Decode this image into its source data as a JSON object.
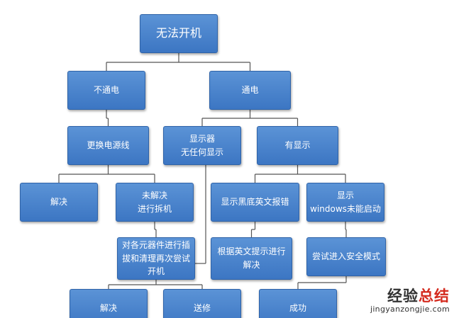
{
  "colors": {
    "node_fill": "#4a86d0",
    "node_border": "#2f63a8",
    "connector": "#555555",
    "watermark_red": "#d42a1e"
  },
  "nodes": [
    {
      "id": "no-power-on",
      "lines": [
        "无法开机"
      ]
    },
    {
      "id": "no-power",
      "lines": [
        "不通电"
      ]
    },
    {
      "id": "power",
      "lines": [
        "通电"
      ]
    },
    {
      "id": "replace-cord",
      "lines": [
        "更换电源线"
      ]
    },
    {
      "id": "monitor-blank",
      "lines": [
        "显示器",
        "无任何显示"
      ]
    },
    {
      "id": "has-display",
      "lines": [
        "有显示"
      ]
    },
    {
      "id": "solved-1",
      "lines": [
        "解决"
      ]
    },
    {
      "id": "unsolved-disassemble",
      "lines": [
        "未解决",
        "进行拆机"
      ]
    },
    {
      "id": "black-screen-error",
      "lines": [
        "显示黑底英文报错"
      ]
    },
    {
      "id": "windows-fail",
      "lines": [
        "显示",
        "windows未能启动"
      ]
    },
    {
      "id": "reseat-clean",
      "lines": [
        "对各元器件进行插",
        "拔和清理再次尝试",
        "开机"
      ]
    },
    {
      "id": "follow-hint",
      "lines": [
        "根据英文提示进行",
        "解决"
      ]
    },
    {
      "id": "safe-mode",
      "lines": [
        "尝试进入安全模式"
      ]
    },
    {
      "id": "solved-2",
      "lines": [
        "解决"
      ]
    },
    {
      "id": "send-repair",
      "lines": [
        "送修"
      ]
    },
    {
      "id": "success",
      "lines": [
        "成功"
      ]
    }
  ],
  "edges": [
    {
      "from": "no-power-on",
      "to": [
        "no-power",
        "power"
      ]
    },
    {
      "from": "no-power",
      "to": [
        "replace-cord"
      ]
    },
    {
      "from": "power",
      "to": [
        "monitor-blank",
        "has-display"
      ]
    },
    {
      "from": "replace-cord",
      "to": [
        "solved-1",
        "unsolved-disassemble"
      ]
    },
    {
      "from": "has-display",
      "to": [
        "black-screen-error",
        "windows-fail"
      ]
    },
    {
      "from": "unsolved-disassemble",
      "to": [
        "reseat-clean"
      ]
    },
    {
      "from": "black-screen-error",
      "to": [
        "follow-hint"
      ]
    },
    {
      "from": "windows-fail",
      "to": [
        "safe-mode"
      ]
    },
    {
      "from": "reseat-clean",
      "to": [
        "solved-2",
        "send-repair"
      ]
    },
    {
      "from": "safe-mode",
      "to": [
        "success"
      ]
    }
  ],
  "watermark": {
    "title_part1": "经验",
    "title_part2": "总结",
    "url": "jingyanzongjie.com"
  }
}
